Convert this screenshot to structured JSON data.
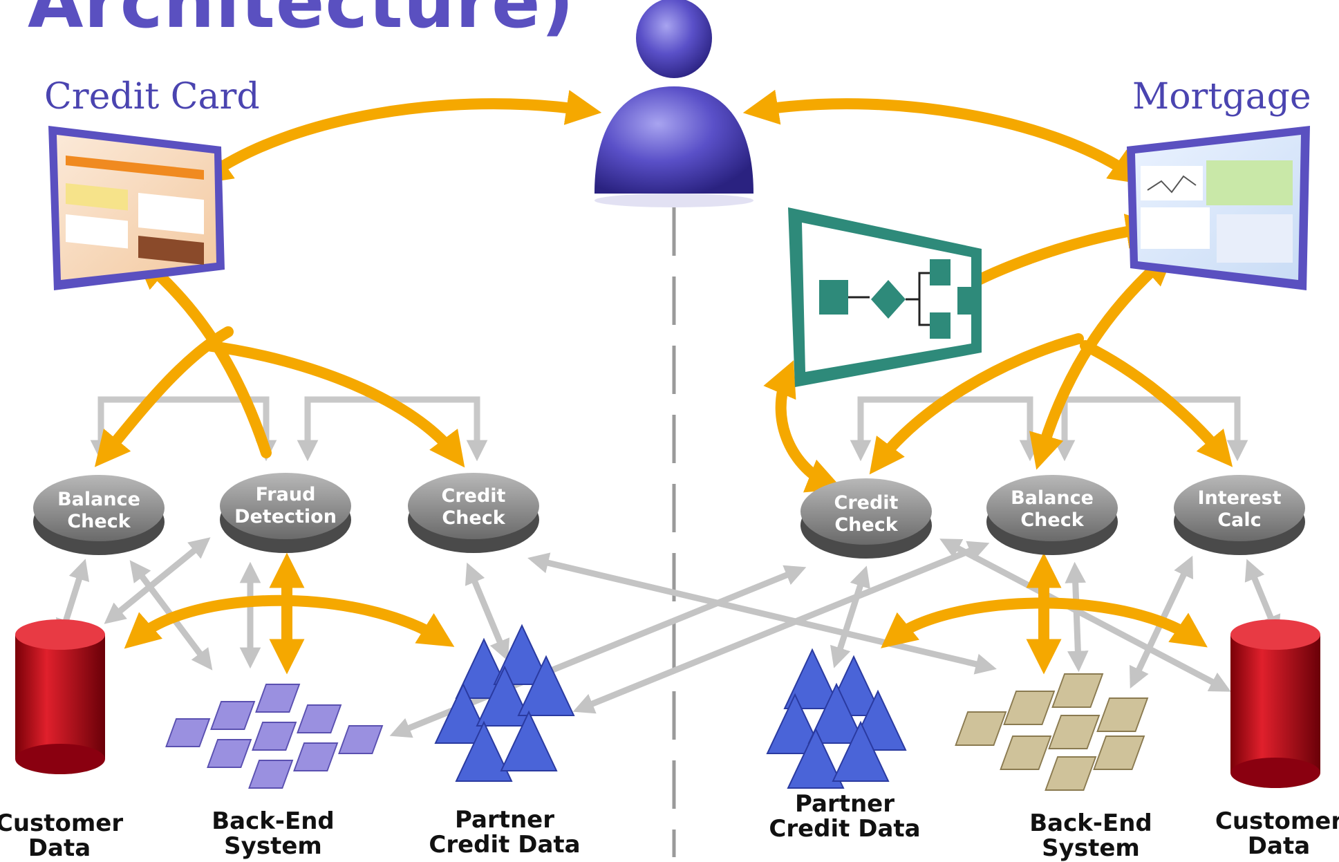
{
  "title_fragment": "Architecture)",
  "apps": {
    "left": "Credit Card",
    "right": "Mortgage"
  },
  "services": {
    "left": [
      {
        "line1": "Balance",
        "line2": "Check"
      },
      {
        "line1": "Fraud",
        "line2": "Detection"
      },
      {
        "line1": "Credit",
        "line2": "Check"
      }
    ],
    "right": [
      {
        "line1": "Credit",
        "line2": "Check"
      },
      {
        "line1": "Balance",
        "line2": "Check"
      },
      {
        "line1": "Interest",
        "line2": "Calc"
      }
    ]
  },
  "resources": {
    "left": [
      {
        "line1": "Customer",
        "line2": "Data"
      },
      {
        "line1": "Back-End",
        "line2": "System"
      },
      {
        "line1": "Partner",
        "line2": "Credit Data"
      }
    ],
    "right": [
      {
        "line1": "Partner",
        "line2": "Credit Data"
      },
      {
        "line1": "Back-End",
        "line2": "System"
      },
      {
        "line1": "Customer",
        "line2": "Data"
      }
    ]
  },
  "colors": {
    "title": "#5a50c0",
    "flow_arrow": "#f5a800",
    "link_arrow": "#c8c8c8",
    "service_disc": "#8a8a8a",
    "database": "#c0101a",
    "partner_pyramid": "#4a64d8",
    "backend_left": "#9a90e0",
    "backend_right": "#cfc29a",
    "person": "#5a50c8",
    "workflow_frame": "#2e8a7a"
  },
  "icons": [
    "person-icon",
    "monitor-icon",
    "workflow-icon",
    "database-icon",
    "pyramid-icon",
    "cube-grid-icon"
  ]
}
